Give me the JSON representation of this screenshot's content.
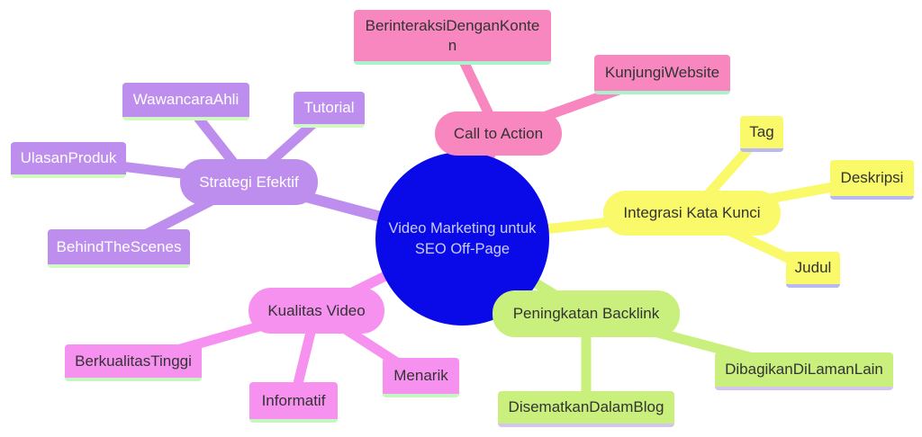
{
  "diagram": {
    "type": "mindmap",
    "center": {
      "label": "Video Marketing untuk SEO Off-Page",
      "color": "#0a0ae8",
      "text_color": "#c9ccf4"
    },
    "branches": [
      {
        "label": "Call to Action",
        "color": "#f787be",
        "underline_color": "#aaf2cc",
        "text_color": "#333333",
        "children": [
          {
            "label": "BerinteraksiDenganKonten"
          },
          {
            "label": "KunjungiWebsite"
          }
        ]
      },
      {
        "label": "Integrasi Kata Kunci",
        "color": "#f9f96a",
        "underline_color": "#b8b8f2",
        "text_color": "#333333",
        "children": [
          {
            "label": "Tag"
          },
          {
            "label": "Deskripsi"
          },
          {
            "label": "Judul"
          }
        ]
      },
      {
        "label": "Peningkatan Backlink",
        "color": "#c9f07c",
        "underline_color": "#d4c4f0",
        "text_color": "#333333",
        "children": [
          {
            "label": "DibagikanDiLamanLain"
          },
          {
            "label": "DisematkanDalamBlog"
          }
        ]
      },
      {
        "label": "Kualitas Video",
        "color": "#f791ef",
        "underline_color": "#c6f4c2",
        "text_color": "#333333",
        "children": [
          {
            "label": "BerkualitasTinggi"
          },
          {
            "label": "Informatif"
          },
          {
            "label": "Menarik"
          }
        ]
      },
      {
        "label": "Strategi Efektif",
        "color": "#bd8eee",
        "underline_color": "#d2f8c6",
        "text_color": "#ffffff",
        "children": [
          {
            "label": "WawancaraAhli"
          },
          {
            "label": "Tutorial"
          },
          {
            "label": "UlasanProduk"
          },
          {
            "label": "BehindTheScenes"
          }
        ]
      }
    ]
  }
}
